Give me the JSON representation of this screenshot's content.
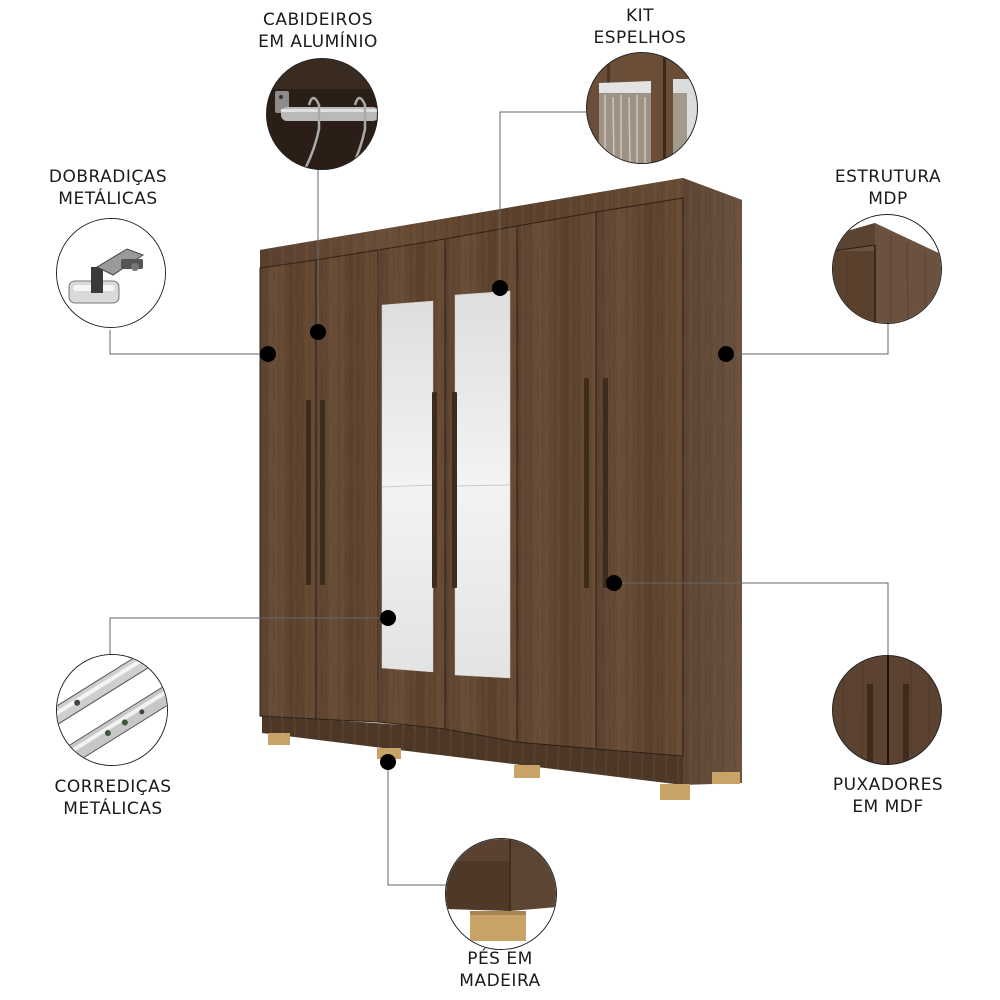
{
  "product": {
    "type": "wardrobe",
    "doors": 6,
    "mirrored_doors": 2,
    "colors": {
      "wood_dark": "#4a3522",
      "wood_mid": "#5e4430",
      "wood_light": "#6e523a",
      "mirror": "#e9e9e9",
      "feet": "#c9a267",
      "line": "#555555",
      "dot": "#000000",
      "text": "#1a1a1a"
    }
  },
  "callouts": [
    {
      "id": "cabideiros",
      "line1": "CABIDEIROS",
      "line2": "EM ALUMÍNIO",
      "icon": "hanger-rail-icon"
    },
    {
      "id": "kit-espelhos",
      "line1": "KIT",
      "line2": "ESPELHOS",
      "icon": "mirror-icon"
    },
    {
      "id": "dobradicas",
      "line1": "DOBRADIÇAS",
      "line2": "METÁLICAS",
      "icon": "hinge-icon"
    },
    {
      "id": "estrutura",
      "line1": "ESTRUTURA",
      "line2": "MDP",
      "icon": "mdp-panel-icon"
    },
    {
      "id": "corredicas",
      "line1": "CORREDIÇAS",
      "line2": "METÁLICAS",
      "icon": "drawer-slide-icon"
    },
    {
      "id": "puxadores",
      "line1": "PUXADORES",
      "line2": "EM MDF",
      "icon": "handle-icon"
    },
    {
      "id": "pes",
      "line1": "PÉS EM",
      "line2": "MADEIRA",
      "icon": "wooden-foot-icon"
    }
  ]
}
